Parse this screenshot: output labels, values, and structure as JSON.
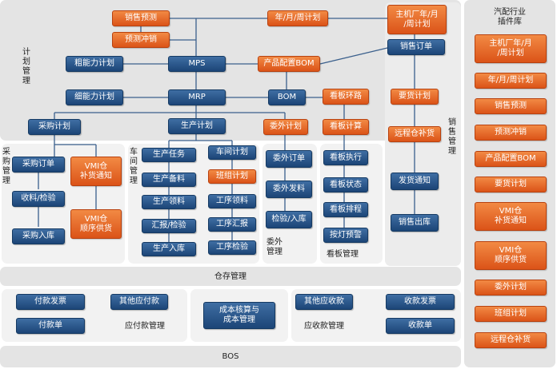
{
  "sections": {
    "plan": "计\n划\n管\n理",
    "sales": "销\n售\n管\n理",
    "purchase": "采\n购\n管\n理",
    "workshop": "车\n间\n管\n理",
    "subcontract": "委外\n管理",
    "kanban": "看板管理",
    "warehouse": "仓存管理",
    "payable": "应付款管理",
    "receivable": "应收款管理",
    "bos": "BOS",
    "plugin_title": "汽配行业\n插件库"
  },
  "plan": {
    "sales_forecast": "销售预测",
    "forecast_offset": "预测冲销",
    "ymw_plan": "年/月/周计划",
    "oem_plan": "主机厂年/月\n/周计划",
    "rough_capacity": "粗能力计划",
    "mps": "MPS",
    "product_bom": "产品配置BOM",
    "sales_order": "销售订单",
    "fine_capacity": "细能力计划",
    "mrp": "MRP",
    "bom": "BOM",
    "kanban_loop": "看板环路",
    "purchase_plan": "采购计划",
    "production_plan": "生产计划",
    "subcontract_plan": "委外计划",
    "kanban_calc": "看板计算"
  },
  "sales": {
    "demand_plan": "要货计划",
    "remote_replenish": "远程仓补货",
    "delivery_notice": "发货通知",
    "sales_outbound": "销售出库"
  },
  "purchase": {
    "order": "采购订单",
    "receive_inspect": "收料/检验",
    "inbound": "采购入库",
    "vmi_notice": "VMI仓\n补货通知",
    "vmi_supply": "VMI仓\n顺序供货"
  },
  "workshop": {
    "task": "生产任务",
    "shop_plan": "车间计划",
    "material_prep": "生产备料",
    "team_plan": "班组计划",
    "material_pick": "生产领料",
    "op_pick": "工序领料",
    "report_inspect": "汇报/检验",
    "op_report": "工序汇报",
    "inbound": "生产入库",
    "op_inspect": "工序检验"
  },
  "subcontract": {
    "order": "委外订单",
    "issue": "委外发料",
    "inspect_inbound": "检验/入库"
  },
  "kanban": {
    "execute": "看板执行",
    "status": "看板状态",
    "schedule": "看板排程",
    "andon": "按灯预警"
  },
  "payable": {
    "invoice": "付款发票",
    "other": "其他应付款",
    "bill": "付款单"
  },
  "cost": {
    "calc": "成本核算与\n成本管理"
  },
  "receivable": {
    "other": "其他应收款",
    "invoice": "收款发票",
    "bill": "收款单"
  },
  "plugins": [
    "主机厂年/月\n/周计划",
    "年/月/周计划",
    "销售预测",
    "预测冲销",
    "产品配置BOM",
    "要货计划",
    "VMI仓\n补货通知",
    "VMI仓\n顺序供货",
    "委外计划",
    "班组计划",
    "远程仓补货"
  ],
  "colors": {
    "module_blue": "#1f4a7d",
    "plugin_orange": "#e5601f",
    "panel_gray": "#e4e4e4",
    "connector": "#3a5f8c"
  }
}
